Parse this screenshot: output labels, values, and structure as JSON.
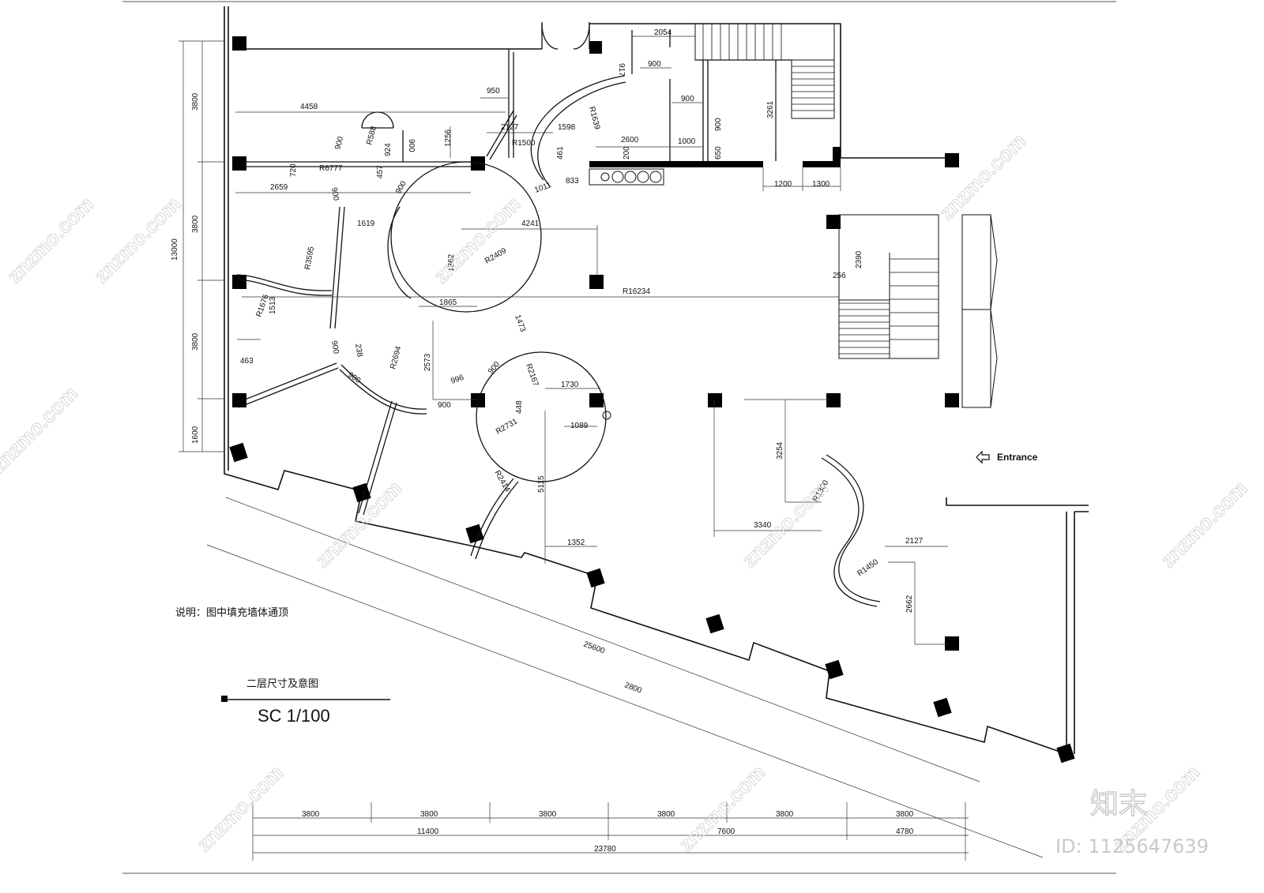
{
  "plan": {
    "title": "二层尺寸及意图",
    "scale": "SC 1/100",
    "note": "说明：图中填充墙体通顶",
    "entrance_label": "Entrance"
  },
  "dimensions": {
    "left_total": "13000",
    "left_segments": [
      "3800",
      "3800",
      "3800",
      "1600"
    ],
    "bottom_row1": [
      "3800",
      "3800",
      "3800",
      "3800",
      "3800",
      "3800"
    ],
    "bottom_row2": [
      "11400",
      "7600",
      "4780"
    ],
    "bottom_total": "23780",
    "diag_inner": "25600",
    "diag_outer": "2800",
    "interior": {
      "d4458": "4458",
      "d2054": "2054",
      "d917": "917",
      "d950": "950",
      "d900a": "900",
      "d900b": "900",
      "d2127a": "2127",
      "d1598": "1598",
      "d1256": "1256",
      "d900c": "900",
      "dR588": "R588",
      "dR1500": "R1500",
      "dR1639": "R1639",
      "d3261": "3261",
      "d2600": "2600",
      "d1000": "1000",
      "d900d": "900",
      "d650": "650",
      "d200": "200",
      "d461": "461",
      "d833": "833",
      "d1011": "1011",
      "d1200": "1200",
      "d1300": "1300",
      "d900e": "900",
      "d924": "924",
      "d457": "457",
      "d720": "720",
      "dR6777": "R6777",
      "d900f": "900",
      "d2659": "2659",
      "d900g": "900",
      "d1619": "1619",
      "d4241": "4241",
      "d1362": "1362",
      "dR2409": "R2409",
      "dR3595": "R3595",
      "dR16234": "R16234",
      "d2390": "2390",
      "d256": "256",
      "dR1676": "R1676",
      "d1513": "1513",
      "d1865": "1865",
      "d1473": "1473",
      "d463": "463",
      "d900h": "900",
      "d238": "238",
      "dR2694": "R2694",
      "d2573": "2573",
      "d996": "996",
      "d900i": "900",
      "dR2167": "R2167",
      "d1730": "1730",
      "d900j": "900",
      "d448": "448",
      "d900k": "900",
      "dR2731": "R2731",
      "d1089": "1089",
      "dR2414": "R2414",
      "d5115": "5115",
      "d1352": "1352",
      "d3254": "3254",
      "dR1300": "R1300",
      "d3340": "3340",
      "d2127b": "2127",
      "dR1450": "R1450",
      "d2662": "2662"
    }
  },
  "watermark": {
    "site": "znzmo.com",
    "logo": "知末",
    "id_label": "ID: 1125647639"
  }
}
